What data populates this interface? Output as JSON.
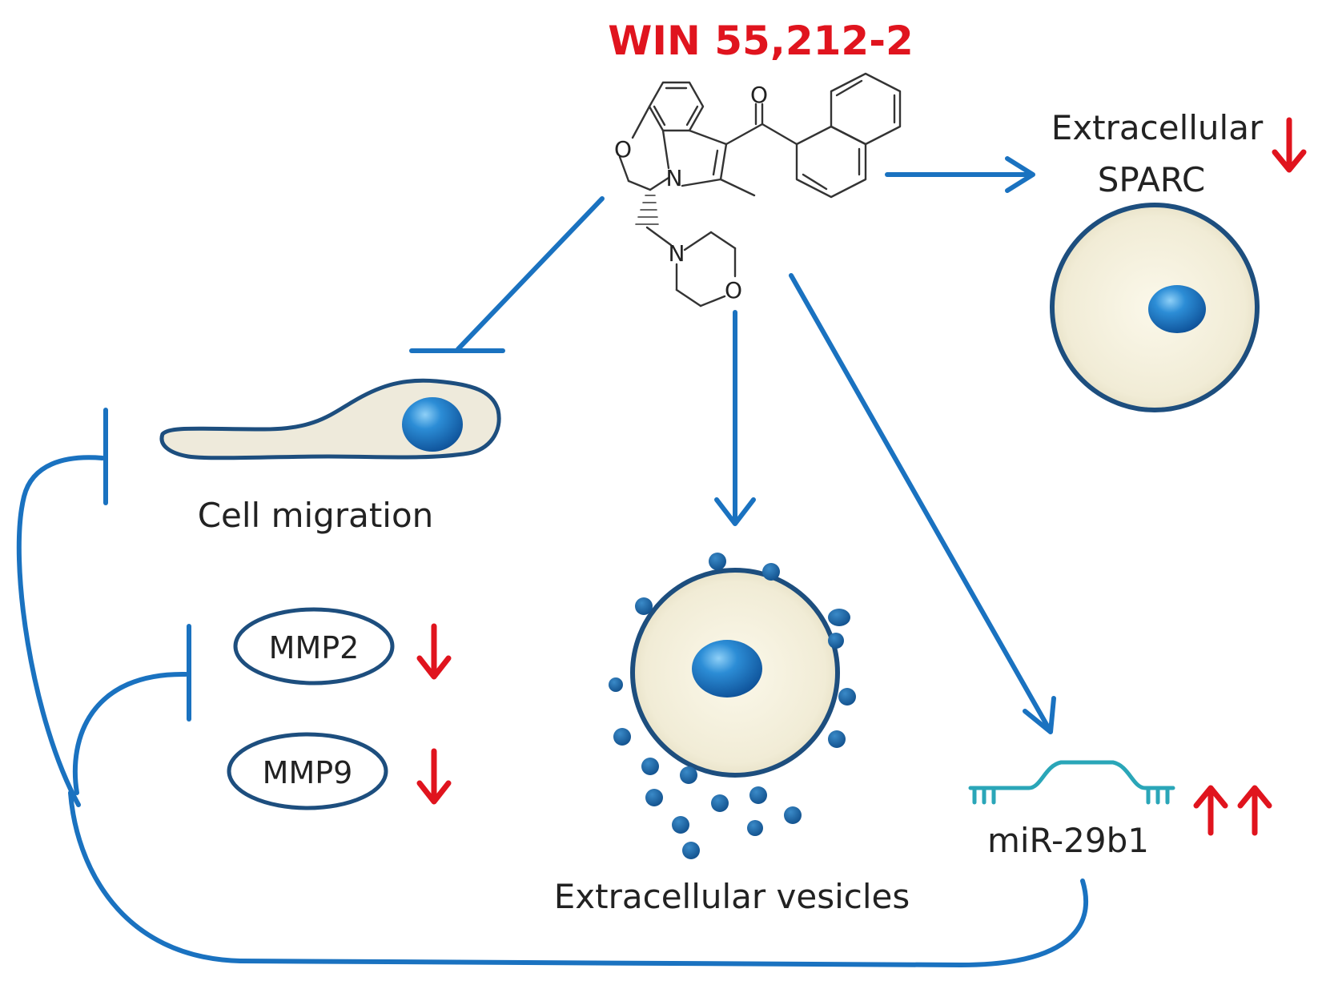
{
  "title": "WIN 55,212-2",
  "labels": {
    "sparc_line1": "Extracellular",
    "sparc_line2": "SPARC",
    "cell_migration": "Cell migration",
    "mmp2": "MMP2",
    "mmp9": "MMP9",
    "vesicles": "Extracellular vesicles",
    "mir": "miR-29b1"
  },
  "atoms": {
    "oxygen_ring": "O",
    "nitrogen_indole": "N",
    "oxygen_ketone": "O",
    "nitrogen_morpholine": "N",
    "oxygen_morpholine": "O"
  },
  "colors": {
    "title": "#e0141e",
    "arrow": "#1a72c0",
    "down_arrow": "#e0141e",
    "up_arrow": "#e0141e",
    "cell_fill": "#f2eedc",
    "cell_border": "#1d4e7e",
    "nucleus": "#1460ad",
    "rna": "#2aa6b8",
    "text": "#222222"
  },
  "indicators": {
    "sparc": "down",
    "mmp2": "down",
    "mmp9": "down",
    "mir": "up-up"
  }
}
